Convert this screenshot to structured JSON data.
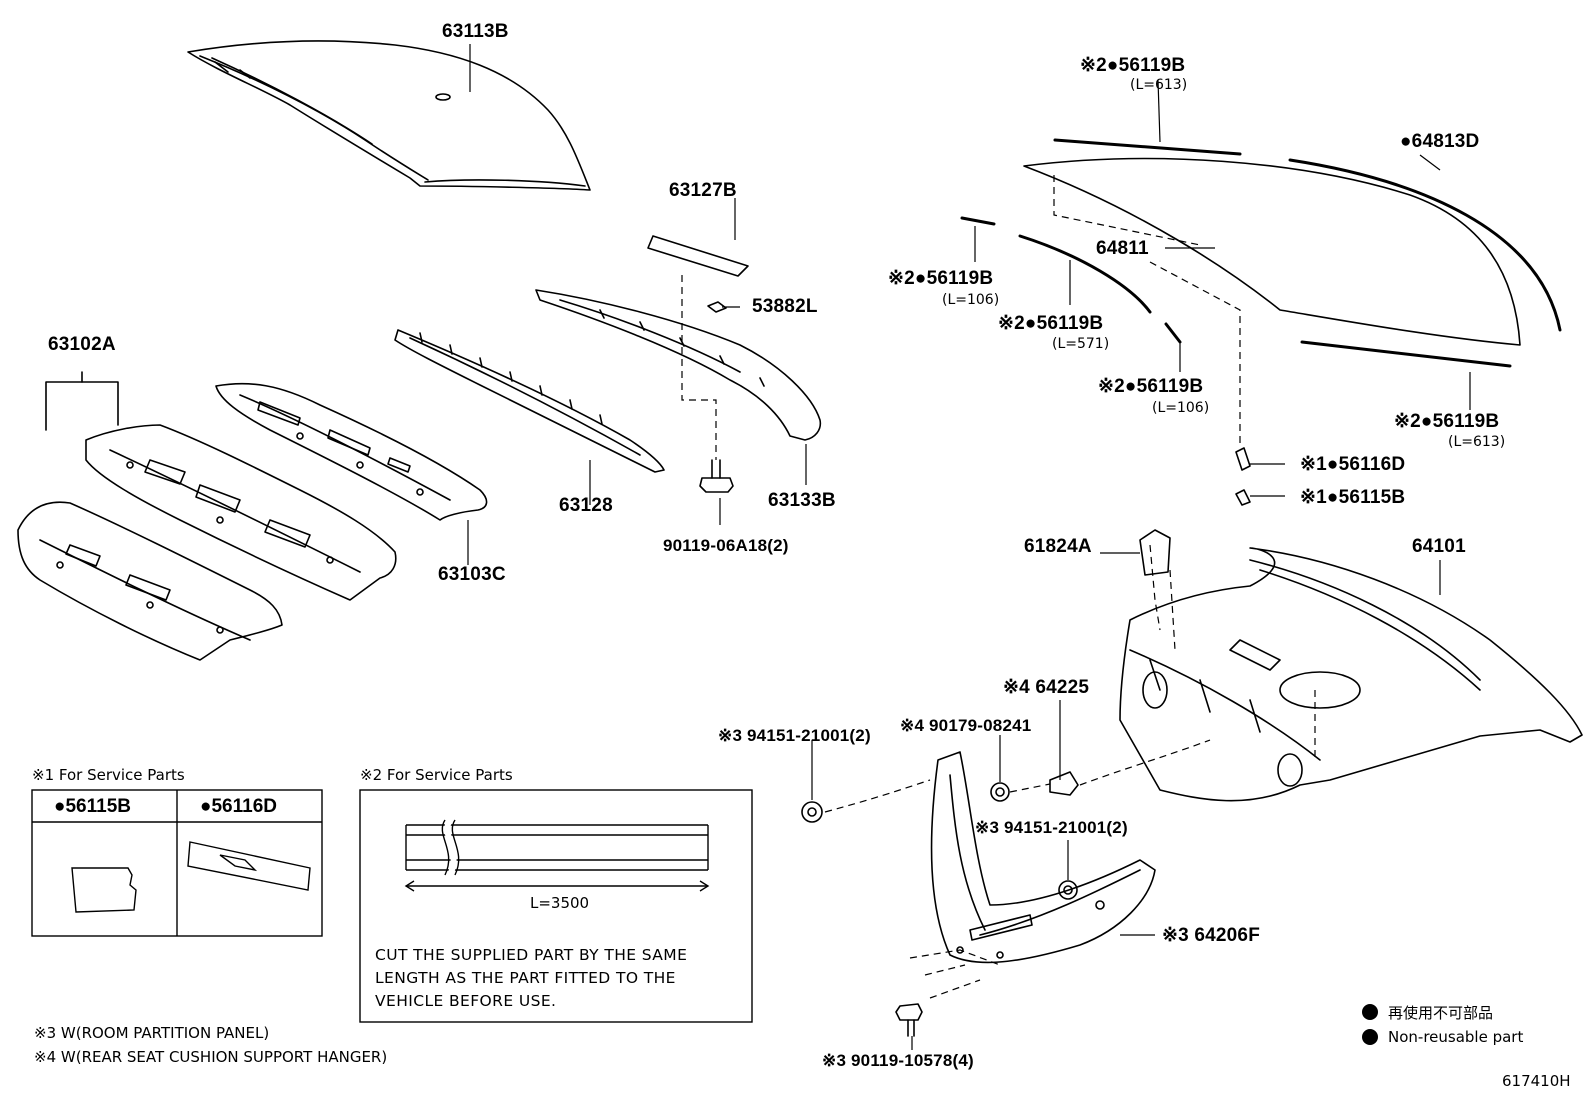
{
  "parts": {
    "p63113B": "63113B",
    "p63127B": "63127B",
    "p53882L": "53882L",
    "p63102A": "63102A",
    "p63128": "63128",
    "p63133B": "63133B",
    "p63103C": "63103C",
    "p9011906A18": "90119-06A18(2)",
    "p56119B_top": "※2●56119B",
    "p56119B_top_len": "(L=613)",
    "p64813D": "●64813D",
    "p64811": "64811",
    "p56119B_106a": "※2●56119B",
    "p56119B_106a_len": "(L=106)",
    "p56119B_571": "※2●56119B",
    "p56119B_571_len": "(L=571)",
    "p56119B_106b": "※2●56119B",
    "p56119B_106b_len": "(L=106)",
    "p56119B_613b": "※2●56119B",
    "p56119B_613b_len": "(L=613)",
    "p56116D": "※1●56116D",
    "p56115B": "※1●56115B",
    "p61824A": "61824A",
    "p64101": "64101",
    "p64225": "※4 64225",
    "p9417": "※3 94151-21001(2)",
    "p9017908241": "※4 90179-08241",
    "p9417b": "※3 94151-21001(2)",
    "p64206F": "※3 64206F",
    "p9011910578": "※3 90119-10578(4)"
  },
  "service1": {
    "title": "※1 For Service Parts",
    "col1": "●56115B",
    "col2": "●56116D"
  },
  "service2": {
    "title": "※2 For Service Parts",
    "length": "L=3500",
    "instruction": "CUT THE SUPPLIED PART BY THE SAME LENGTH AS THE PART FITTED TO THE VEHICLE BEFORE USE."
  },
  "notes": {
    "n3": "※3 W(ROOM PARTITION PANEL)",
    "n4": "※4 W(REAR SEAT CUSHION SUPPORT HANGER)"
  },
  "legend": {
    "jp": "再使用不可部品",
    "en": "Non-reusable part"
  },
  "diagram_id": "617410H"
}
